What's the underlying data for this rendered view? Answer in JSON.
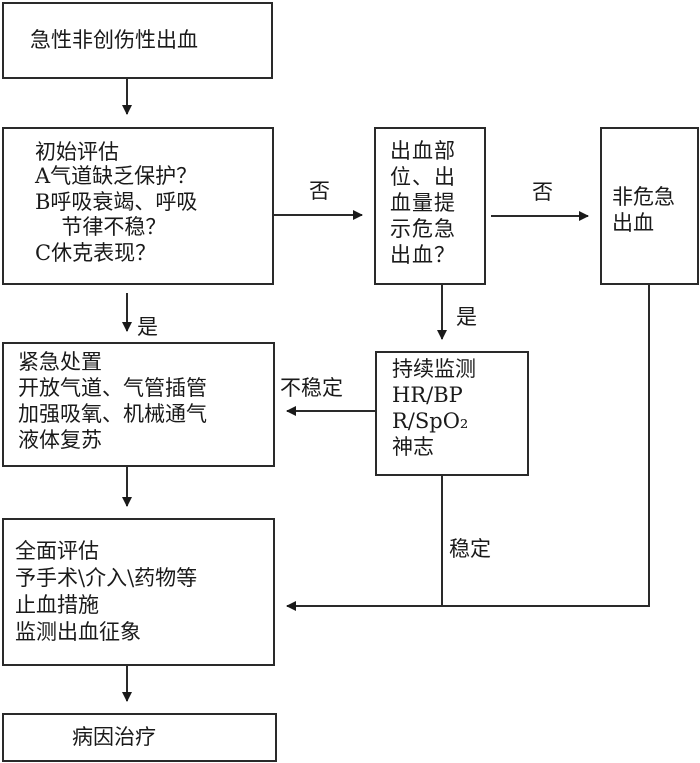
{
  "nodes": {
    "start": {
      "lines": [
        "急性非创伤性出血"
      ]
    },
    "initial_assessment": {
      "lines": [
        "初始评估",
        "A气道缺乏保护？",
        "B呼吸衰竭、呼吸",
        "  节律不稳？",
        "C休克表现？"
      ]
    },
    "bleeding_check": {
      "lines": [
        "出血部",
        "位、出",
        "血量提",
        "示危急",
        "出血？"
      ]
    },
    "non_emergency": {
      "lines": [
        "非危急",
        "出血"
      ]
    },
    "emergency_treatment": {
      "lines": [
        "紧急处置",
        "开放气道、气管插管",
        "加强吸氧、机械通气",
        "液体复苏"
      ]
    },
    "monitoring": {
      "lines": [
        "持续监测",
        "HR/BP",
        "R/SpO₂",
        "神志"
      ]
    },
    "full_assessment": {
      "lines": [
        "全面评估",
        "予手术\\介入\\药物等",
        "止血措施",
        "监测出血征象"
      ]
    },
    "etiology_treatment": {
      "lines": [
        "病因治疗"
      ]
    }
  },
  "edge_labels": {
    "no_1": "否",
    "no_2": "否",
    "yes_1": "是",
    "yes_2": "是",
    "unstable": "不稳定",
    "stable": "稳定"
  }
}
